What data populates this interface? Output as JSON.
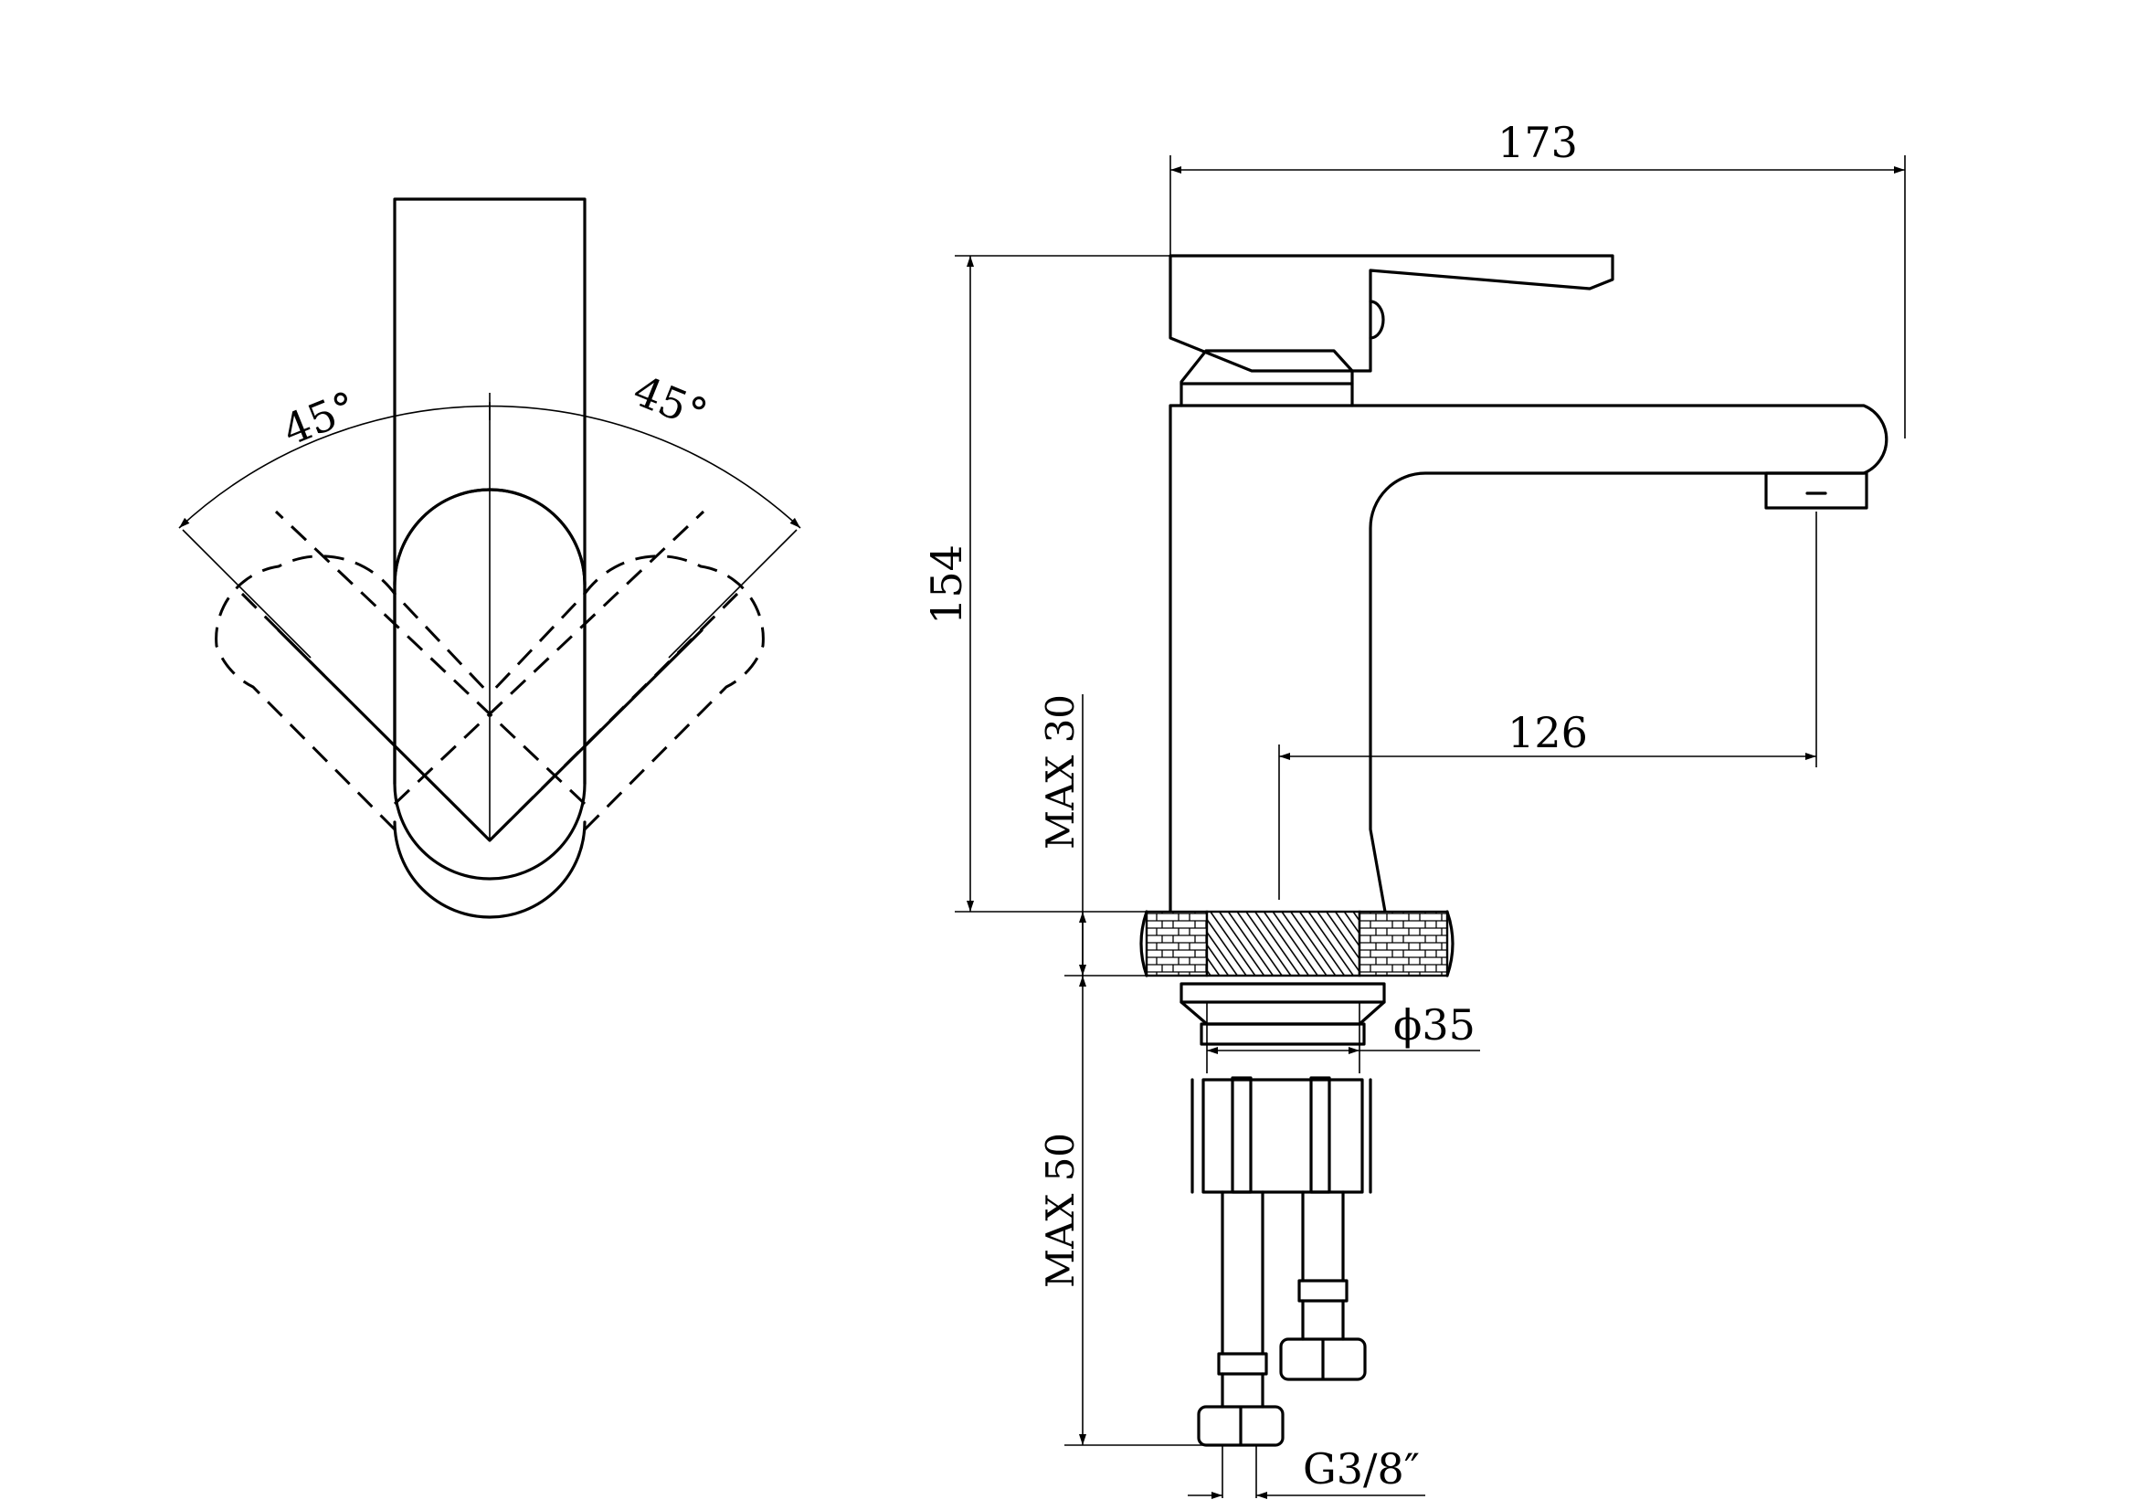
{
  "angles": {
    "left": "45°",
    "right": "45°"
  },
  "dimensions": {
    "width": "173",
    "height": "154",
    "reach": "126",
    "max_deck": "MAX 30",
    "max_shank": "MAX 50",
    "diameter": "ϕ35",
    "thread": "G3/8″"
  }
}
